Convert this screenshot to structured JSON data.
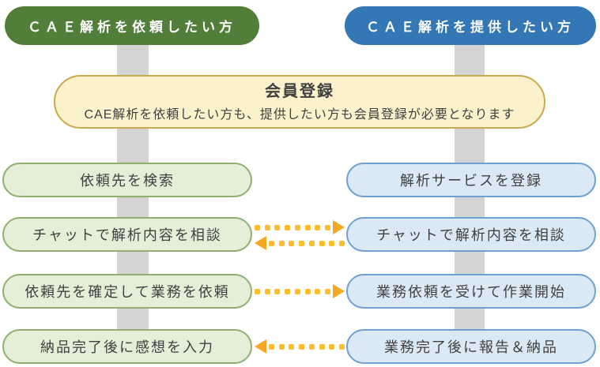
{
  "diagram": {
    "left_flow": {
      "header": "ＣＡＥ解析を依頼したい方",
      "steps": [
        "依頼先を検索",
        "チャットで解析内容を相談",
        "依頼先を確定して業務を依頼",
        "納品完了後に感想を入力"
      ]
    },
    "right_flow": {
      "header": "ＣＡＥ解析を提供したい方",
      "steps": [
        "解析サービスを登録",
        "チャットで解析内容を相談",
        "業務依頼を受けて作業開始",
        "業務完了後に報告＆納品"
      ]
    },
    "registration": {
      "title": "会員登録",
      "description": "CAE解析を依頼したい方も、提供したい方も会員登録が必要となります"
    },
    "arrows": [
      {
        "row": 2,
        "direction": "right"
      },
      {
        "row": 2,
        "direction": "left"
      },
      {
        "row": 3,
        "direction": "right"
      },
      {
        "row": 4,
        "direction": "left"
      }
    ],
    "colors": {
      "requester_header_bg": "#517E39",
      "provider_header_bg": "#3377B5",
      "requester_step_bg": "#E4EFD8",
      "requester_step_border": "#8FAF70",
      "provider_step_bg": "#DBE9F6",
      "provider_step_border": "#6FA0CF",
      "registration_bg": "#FBF2CB",
      "registration_border": "#C9A94E",
      "connector_gray": "#D4D4D4",
      "arrow_dot": "#FCBF2B",
      "arrow_head": "#F7A823",
      "text": "#404040"
    }
  }
}
